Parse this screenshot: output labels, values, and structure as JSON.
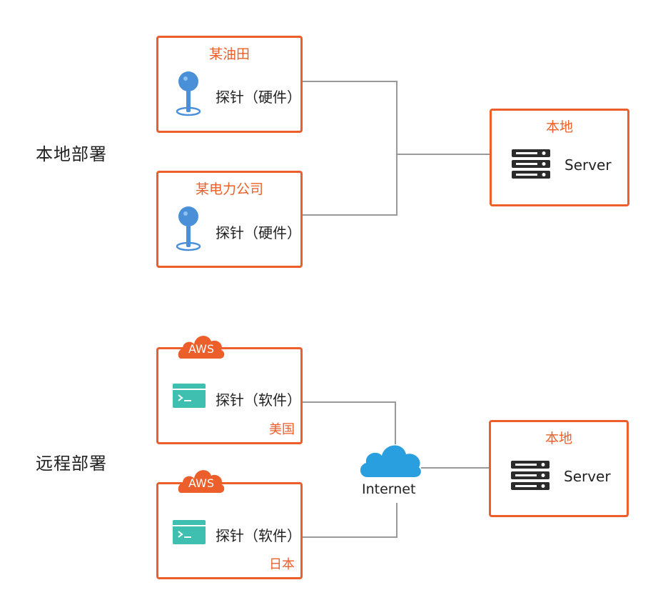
{
  "sections": {
    "local": "本地部署",
    "remote": "远程部署"
  },
  "local": {
    "probe1": {
      "title": "某油田",
      "label": "探针（硬件）",
      "icon": "map-pin-icon"
    },
    "probe2": {
      "title": "某电力公司",
      "label": "探针（硬件）",
      "icon": "map-pin-icon"
    },
    "server": {
      "title": "本地",
      "label": "Server",
      "icon": "server-icon"
    }
  },
  "remote": {
    "probe1": {
      "badge": "AWS",
      "label": "探针（软件）",
      "footer": "美国",
      "icon": "terminal-icon"
    },
    "probe2": {
      "badge": "AWS",
      "label": "探针（软件）",
      "footer": "日本",
      "icon": "terminal-icon"
    },
    "internet": {
      "label": "Internet",
      "icon": "cloud-icon"
    },
    "server": {
      "title": "本地",
      "label": "Server",
      "icon": "server-icon"
    }
  },
  "colors": {
    "accent": "#ec5f2a",
    "pin": "#4a90d9",
    "terminal": "#3fbfb0",
    "cloud": "#2a9fe0",
    "line": "#999999",
    "server": "#2b2b2b"
  }
}
